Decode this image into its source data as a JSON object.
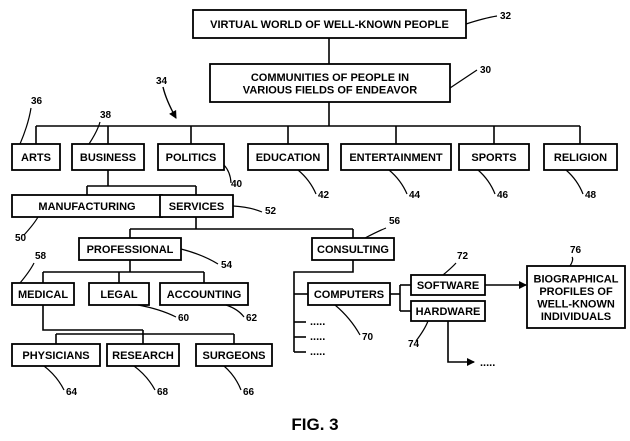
{
  "nodes": {
    "root": {
      "lines": [
        "VIRTUAL WORLD OF WELL-KNOWN PEOPLE"
      ],
      "ref": "32"
    },
    "communities": {
      "lines": [
        "COMMUNITIES OF PEOPLE IN",
        "VARIOUS FIELDS OF ENDEAVOR"
      ],
      "ref": "30"
    },
    "arts": {
      "lines": [
        "ARTS"
      ],
      "ref": "36"
    },
    "business": {
      "lines": [
        "BUSINESS"
      ],
      "ref": "38"
    },
    "politics": {
      "lines": [
        "POLITICS"
      ],
      "ref": "40"
    },
    "education": {
      "lines": [
        "EDUCATION"
      ],
      "ref": "42"
    },
    "entertainment": {
      "lines": [
        "ENTERTAINMENT"
      ],
      "ref": "44"
    },
    "sports": {
      "lines": [
        "SPORTS"
      ],
      "ref": "46"
    },
    "religion": {
      "lines": [
        "RELIGION"
      ],
      "ref": "48"
    },
    "manufacturing": {
      "lines": [
        "MANUFACTURING"
      ],
      "ref": "50"
    },
    "services": {
      "lines": [
        "SERVICES"
      ],
      "ref": "52"
    },
    "professional": {
      "lines": [
        "PROFESSIONAL"
      ],
      "ref": "54"
    },
    "consulting": {
      "lines": [
        "CONSULTING"
      ],
      "ref": "56"
    },
    "medical": {
      "lines": [
        "MEDICAL"
      ],
      "ref": "58"
    },
    "legal": {
      "lines": [
        "LEGAL"
      ],
      "ref": "60"
    },
    "accounting": {
      "lines": [
        "ACCOUNTING"
      ],
      "ref": "62"
    },
    "computers": {
      "lines": [
        "COMPUTERS"
      ],
      "ref": "70"
    },
    "software": {
      "lines": [
        "SOFTWARE"
      ],
      "ref": "72"
    },
    "hardware": {
      "lines": [
        "HARDWARE"
      ],
      "ref": "74"
    },
    "biographical": {
      "lines": [
        "BIOGRAPHICAL",
        "PROFILES OF",
        "WELL-KNOWN",
        "INDIVIDUALS"
      ],
      "ref": "76"
    },
    "physicians": {
      "lines": [
        "PHYSICIANS"
      ],
      "ref": "64"
    },
    "research": {
      "lines": [
        "RESEARCH"
      ],
      "ref": "68"
    },
    "surgeons": {
      "lines": [
        "SURGEONS"
      ],
      "ref": "66"
    }
  },
  "extra_refs": {
    "communities_group": "34"
  },
  "ellipsis": ".....",
  "caption": "FIG. 3"
}
